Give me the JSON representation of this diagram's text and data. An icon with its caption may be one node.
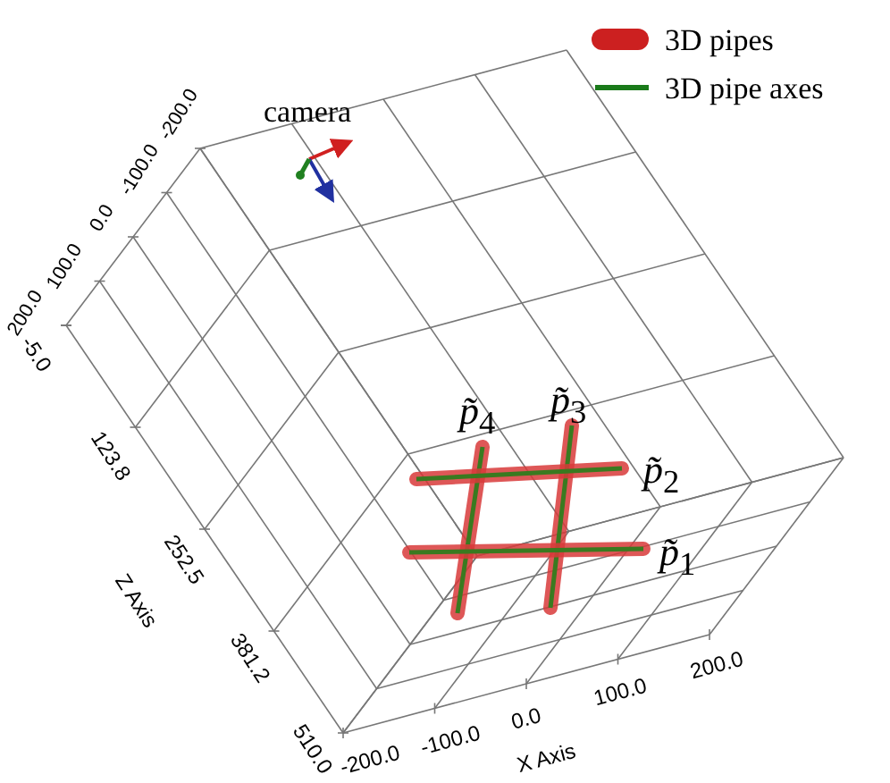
{
  "diagram": {
    "labels": [
      "camera",
      "-200.0",
      "-100.0",
      "0.0",
      "100.0",
      "200.0",
      "-5.0",
      "123.8",
      "252.5",
      "Z Axis",
      "381.2",
      "510.0",
      "*p̃*$_{4}$",
      "*p̃*$_{3}$",
      "*p̃*$_{2}$",
      "*p̃*$_{1}$",
      "-200.0",
      "-100.0",
      "0.0",
      "100.0",
      "200.0",
      "X Axis"
    ],
    "legend": [
      {
        "text": "3D pipes",
        "color": "#cc2020"
      },
      {
        "text": "3D pipe axes"
      }
    ]
  }
}
